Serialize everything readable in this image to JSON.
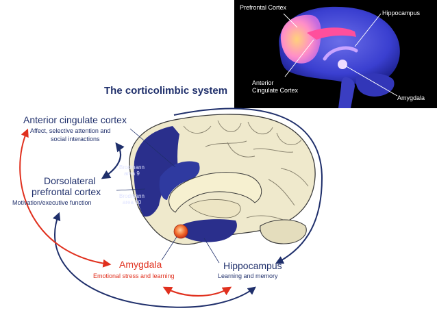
{
  "inset": {
    "labels": {
      "prefrontal": "Prefrontal Cortex",
      "hippocampus": "Hippocampus",
      "anterior_line1": "Anterior",
      "anterior_line2": "Cingulate Cortex",
      "amygdala": "Amygdala"
    }
  },
  "main": {
    "title": "The corticolimbic system",
    "anterior_cingulate": {
      "name": "Anterior cingulate cortex",
      "desc_line1": "Affect, selective attention and",
      "desc_line2": "social interactions"
    },
    "dorsolateral": {
      "name_line1": "Dorsolateral",
      "name_line2": "prefrontal cortex",
      "desc": "Motivation/executive function"
    },
    "brodmann9": {
      "line1": "Brodmann",
      "line2": "area 9"
    },
    "brodmann10": {
      "line1": "Brodmann",
      "line2": "area 10"
    },
    "amygdala": {
      "name": "Amygdala",
      "desc": "Emotional stress and learning"
    },
    "hippocampus": {
      "name": "Hippocampus",
      "desc": "Learning and memory"
    }
  },
  "colors": {
    "title_blue": "#1f2f6b",
    "arrow_blue": "#1f2f6b",
    "arrow_red": "#e0301e",
    "brain_fill": "#efe9cc",
    "cortex_blue": "#2a2f8c",
    "amygdala_red": "#e8502a",
    "inset_bg": "#000000"
  }
}
